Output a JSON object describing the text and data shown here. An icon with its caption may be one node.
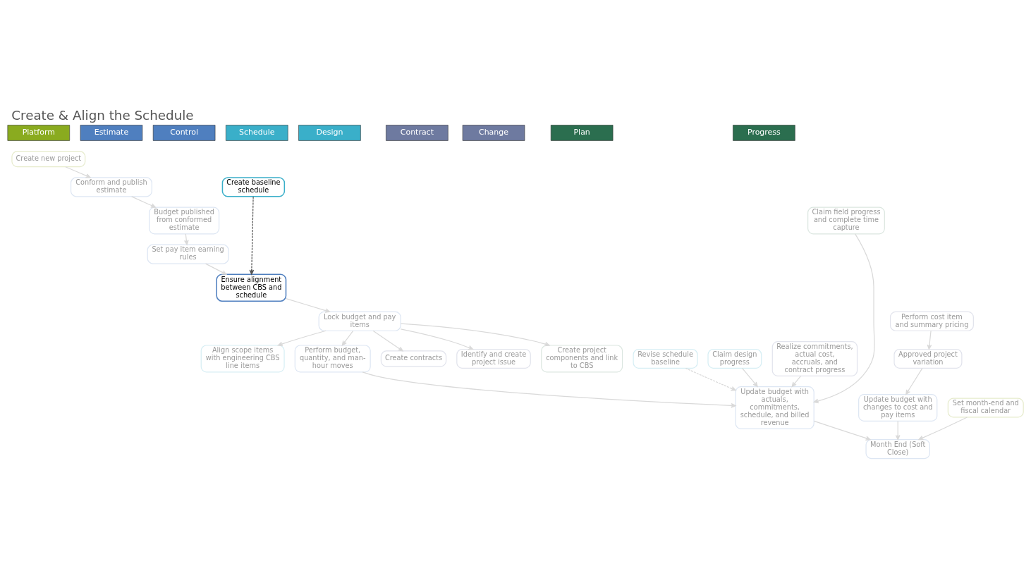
{
  "diagram": {
    "title": "Create & Align the Schedule",
    "nodes": [
      {
        "text": [
          "Platform"
        ]
      },
      {
        "text": [
          "Estimate"
        ]
      },
      {
        "text": [
          "Control"
        ]
      },
      {
        "text": [
          "Schedule"
        ]
      },
      {
        "text": [
          "Design"
        ]
      },
      {
        "text": [
          "Contract"
        ]
      },
      {
        "text": [
          "Change"
        ]
      },
      {
        "text": [
          "Plan"
        ]
      },
      {
        "text": [
          "Progress"
        ]
      },
      {
        "text": [
          "Create new project"
        ]
      },
      {
        "text": [
          "Conform and publish estimate"
        ]
      },
      {
        "text": [
          "Budget published from conformed estimate"
        ]
      },
      {
        "text": [
          "Set pay item earning rules"
        ]
      },
      {
        "text": [
          "Ensure alignment between CBS and schedule"
        ]
      },
      {
        "text": [
          "Create baseline schedule"
        ]
      },
      {
        "text": [
          "Lock budget and pay items"
        ]
      },
      {
        "text": [
          "Align scope items with engineering CBS line items"
        ]
      },
      {
        "text": [
          "Create contracts"
        ]
      },
      {
        "text": [
          "Identify and create project issue"
        ]
      },
      {
        "text": [
          "Create project components and link to CBS"
        ]
      },
      {
        "text": [
          "Perform budget, quantity, and man-hour moves"
        ]
      },
      {
        "text": [
          "Revise schedule baseline"
        ]
      },
      {
        "text": [
          "Claim design progress"
        ]
      },
      {
        "text": [
          "Realize commitments, actual cost, accruals, and contract progress"
        ]
      },
      {
        "text": [
          "Perform cost item and summary pricing"
        ]
      },
      {
        "text": [
          "Claim field progress and complete time capture"
        ]
      },
      {
        "text": [
          "Update budget with actuals, commitments, schedule, and billed revenue"
        ]
      },
      {
        "text": [
          "Update budget with changes to cost and pay items"
        ]
      },
      {
        "text": [
          "Approved project variation"
        ]
      },
      {
        "text": [
          "Set month-end and fiscal calendar"
        ]
      },
      {
        "text": [
          "Month End (Soft Close)"
        ]
      }
    ],
    "edges": [
      {
        "from": 9,
        "to": 10,
        "arrow": "to"
      },
      {
        "from": 10,
        "to": 11,
        "arrow": "to"
      },
      {
        "from": 11,
        "to": 12,
        "arrow": "to"
      },
      {
        "from": 12,
        "to": 13,
        "arrow": "to"
      },
      {
        "from": 14,
        "to": 13,
        "arrow": "to",
        "style": "dashed",
        "color": "#555555"
      },
      {
        "from": 13,
        "to": 15,
        "arrow": "to"
      },
      {
        "from": 15,
        "to": 16,
        "arrow": "to"
      },
      {
        "from": 15,
        "to": 17,
        "arrow": "to"
      },
      {
        "from": 15,
        "to": 18,
        "arrow": "to"
      },
      {
        "from": 15,
        "to": 19,
        "arrow": "to"
      },
      {
        "from": 15,
        "to": 20,
        "arrow": "to"
      },
      {
        "from": 20,
        "to": 26,
        "arrow": "to"
      },
      {
        "from": 21,
        "to": 26,
        "arrow": "to",
        "style": "dashed"
      },
      {
        "from": 22,
        "to": 26,
        "arrow": "to"
      },
      {
        "from": 23,
        "to": 26,
        "arrow": "to"
      },
      {
        "from": 25,
        "to": 26,
        "arrow": "to"
      },
      {
        "from": 24,
        "to": 28,
        "arrow": "to"
      },
      {
        "from": 28,
        "to": 27,
        "arrow": "to"
      },
      {
        "from": 26,
        "to": 30,
        "arrow": "to"
      },
      {
        "from": 27,
        "to": 30,
        "arrow": "to"
      },
      {
        "from": 29,
        "to": 30,
        "arrow": "to"
      }
    ]
  }
}
